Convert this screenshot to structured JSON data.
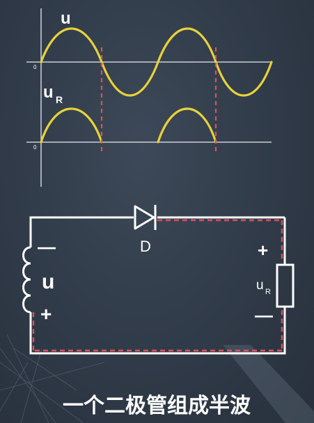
{
  "waveform": {
    "u_label": "u",
    "ur_label_main": "u",
    "ur_label_sub": "R",
    "origin_top": "0",
    "origin_bottom": "0",
    "wave_color": "#e8d23a",
    "dash_color": "#e0505a"
  },
  "circuit": {
    "diode_label": "D",
    "source_label": "u",
    "source_top_sign": "—",
    "source_bottom_sign": "+",
    "load_top_sign": "+",
    "load_bottom_sign": "—",
    "load_label_main": "u",
    "load_label_sub": "R",
    "wire_color": "#ffffff",
    "current_dash_color": "#e0505a"
  },
  "caption": {
    "text": "一个二极管组成半波"
  }
}
